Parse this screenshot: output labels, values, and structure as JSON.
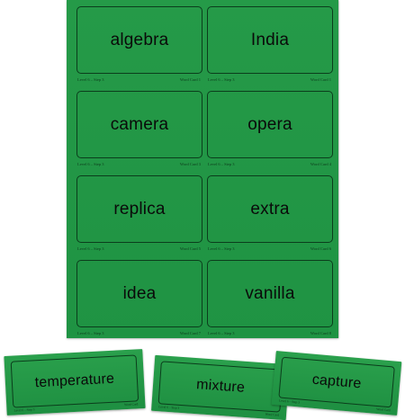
{
  "sheet": {
    "cards": [
      {
        "word": "algebra",
        "footer_left": "Level 6 – Step 3",
        "footer_right": "Word Card 1"
      },
      {
        "word": "India",
        "footer_left": "Level 6 – Step 3",
        "footer_right": "Word Card 1"
      },
      {
        "word": "camera",
        "footer_left": "Level 6 – Step 3",
        "footer_right": "Word Card 3"
      },
      {
        "word": "opera",
        "footer_left": "Level 6 – Step 3",
        "footer_right": "Word Card 4"
      },
      {
        "word": "replica",
        "footer_left": "Level 6 – Step 3",
        "footer_right": "Word Card 5"
      },
      {
        "word": "extra",
        "footer_left": "Level 6 – Step 3",
        "footer_right": "Word Card 6"
      },
      {
        "word": "idea",
        "footer_left": "Level 6 – Step 3",
        "footer_right": "Word Card 7"
      },
      {
        "word": "vanilla",
        "footer_left": "Level 6 – Step 3",
        "footer_right": "Word Card 8"
      }
    ]
  },
  "loose_cards": [
    {
      "word": "temperature",
      "footer_left": "Level 6 – Step 3",
      "footer_right": "Word Card"
    },
    {
      "word": "mixture",
      "footer_left": "Level 6 – Step 3",
      "footer_right": "Word Card"
    },
    {
      "word": "capture",
      "footer_left": "Level 6 – Step 3",
      "footer_right": "Word Card"
    }
  ],
  "colors": {
    "card_green": "#1f9343",
    "border_dark_green": "#0b3d1c",
    "background": "#ffffff"
  }
}
